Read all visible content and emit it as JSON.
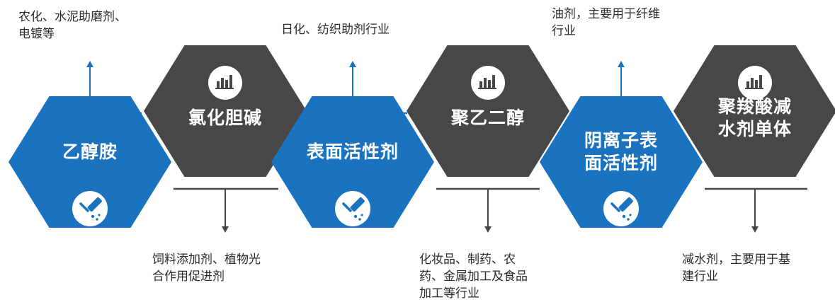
{
  "colors": {
    "blue": "#1b72bf",
    "dark": "#474747",
    "line_blue": "#1b72bf",
    "line_dark": "#474747",
    "icon_circle": "#ffffff"
  },
  "items": [
    {
      "title": "乙醇胺",
      "type": "blue",
      "icon": "paint-roller-icon",
      "caption": "农化、水泥助磨剂、\n电镀等",
      "caption_side": "top"
    },
    {
      "title": "氯化胆碱",
      "type": "dark",
      "icon": "bar-chart-icon",
      "caption": "饲料添加剂、植物光\n合作用促进剂",
      "caption_side": "bottom"
    },
    {
      "title": "表面活性剂",
      "type": "blue",
      "icon": "paint-roller-icon",
      "caption": "日化、纺织助剂行业",
      "caption_side": "top"
    },
    {
      "title": "聚乙二醇",
      "type": "dark",
      "icon": "bar-chart-icon",
      "caption": "化妆品、制药、农\n药、金属加工及食品\n加工等行业",
      "caption_side": "bottom"
    },
    {
      "title": "阴离子表\n面活性剂",
      "type": "blue",
      "icon": "paint-roller-icon",
      "caption": "油剂，主要用于纤维\n行业",
      "caption_side": "top"
    },
    {
      "title": "聚羧酸减\n水剂单体",
      "type": "dark",
      "icon": "bar-chart-icon",
      "caption": "减水剂，主要用于基\n建行业",
      "caption_side": "bottom"
    }
  ]
}
